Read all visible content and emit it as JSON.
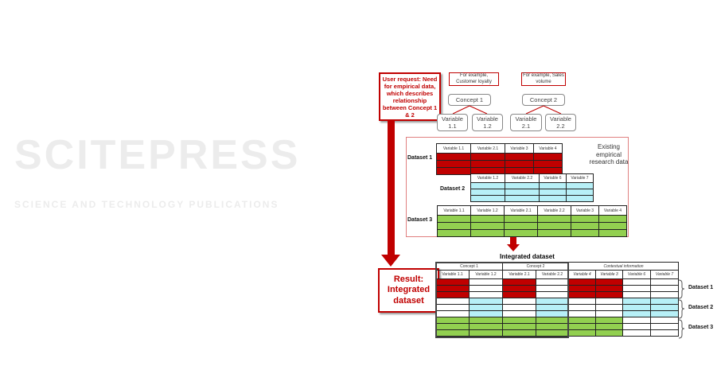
{
  "watermark": {
    "logo": "SCITEPRESS",
    "subtitle": "SCIENCE AND TECHNOLOGY PUBLICATIONS"
  },
  "user_request": "User request: Need for empirical data, which describes relationship between Concept 1 & 2",
  "result": "Result: Integrated dataset",
  "notes": [
    "For example, Customer loyalty",
    "For example, Sales volume"
  ],
  "concepts": [
    "Concept 1",
    "Concept 2"
  ],
  "variables": [
    "Variable 1.1",
    "Variable 1.2",
    "Variable 2.1",
    "Variable 2.2"
  ],
  "existing_label": "Existing empirical research data",
  "datasets": [
    {
      "label": "Dataset 1",
      "headers": [
        "Variable 1.1",
        "Variable 2.1",
        "Variable 3",
        "Variable 4"
      ],
      "color": "#c00000"
    },
    {
      "label": "Dataset 2",
      "headers": [
        "Variable 1.2",
        "Variable 2.2",
        "Variable 6",
        "Variable 7"
      ],
      "color": "#b7f0f7"
    },
    {
      "label": "Dataset 3",
      "headers": [
        "Variable 1.1",
        "Variable 1.2",
        "Variable 2.1",
        "Variable 2.2",
        "Variable 3",
        "Variable 4"
      ],
      "color": "#92d050"
    }
  ],
  "integrated": {
    "title": "Integrated dataset",
    "groups": [
      "Concept 1",
      "Concept 2",
      "Contextual information"
    ],
    "headers": [
      "Variable 1.1",
      "Variable 1.2",
      "Variable 2.1",
      "Variable 2.2",
      "Variable 4",
      "Variable 3",
      "Variable 6",
      "Variable 7"
    ],
    "fill": [
      [
        1,
        0,
        1,
        0,
        1,
        1,
        0,
        0
      ],
      [
        0,
        1,
        0,
        1,
        0,
        0,
        1,
        1
      ],
      [
        1,
        1,
        1,
        1,
        1,
        1,
        0,
        0
      ]
    ],
    "row_labels": [
      "Dataset 1",
      "Dataset 2",
      "Dataset 3"
    ]
  }
}
